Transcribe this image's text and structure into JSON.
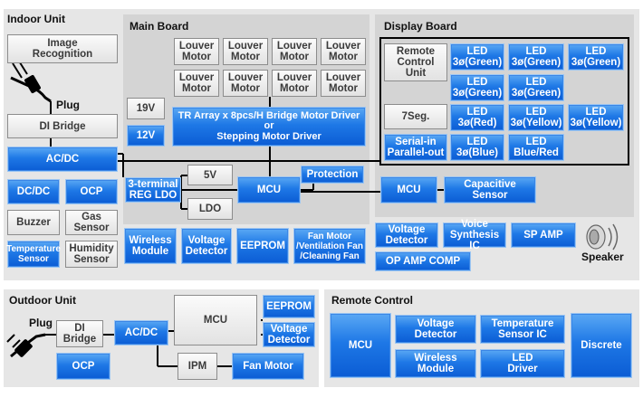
{
  "indoor": {
    "title": "Indoor Unit",
    "image_recognition": "Image\nRecognition",
    "plug": "Plug",
    "di_bridge": "DI Bridge",
    "acdc": "AC/DC",
    "dcdc": "DC/DC",
    "ocp": "OCP",
    "buzzer": "Buzzer",
    "gas_sensor": "Gas\nSensor",
    "temperature_sensor": "Temperature\nSensor",
    "humidity_sensor": "Humidity\nSensor",
    "speaker": "Speaker"
  },
  "main_board": {
    "title": "Main Board",
    "louver_motor": "Louver\nMotor",
    "v19": "19V",
    "v12": "12V",
    "driver": "TR Array x 8pcs/H Bridge Motor Driver\nor\nStepping Motor Driver",
    "v5": "5V",
    "reg_ldo": "3-terminal\nREG LDO",
    "ldo": "LDO",
    "mcu": "MCU",
    "protection": "Protection",
    "wireless_module": "Wireless\nModule",
    "voltage_detector": "Voltage\nDetector",
    "eeprom": "EEPROM",
    "fan_motor": "Fan Motor\n/Ventilation Fan\n/Cleaning Fan"
  },
  "display_board": {
    "title": "Display Board",
    "remote_control_unit": "Remote\nControl\nUnit",
    "led_green": "LED\n3ø(Green)",
    "seg7": "7Seg.",
    "led_red": "LED\n3ø(Red)",
    "led_yellow": "LED\n3ø(Yellow)",
    "serial": "Serial-in\nParallel-out",
    "led_blue": "LED\n3ø(Blue)",
    "led_blue_red": "LED\nBlue/Red",
    "mcu": "MCU",
    "capacitive_sensor": "Capacitive\nSensor",
    "voltage_detector": "Voltage\nDetector",
    "voice_synthesis": "Voice\nSynthesis IC",
    "sp_amp": "SP AMP",
    "op_amp_comp": "OP AMP COMP"
  },
  "outdoor": {
    "title": "Outdoor Unit",
    "plug": "Plug",
    "di_bridge": "DI\nBridge",
    "acdc": "AC/DC",
    "mcu": "MCU",
    "eeprom": "EEPROM",
    "voltage_detector": "Voltage\nDetector",
    "ocp": "OCP",
    "ipm": "IPM",
    "fan_motor": "Fan Motor"
  },
  "remote": {
    "title": "Remote Control",
    "mcu": "MCU",
    "voltage_detector": "Voltage\nDetector",
    "temperature_sensor_ic": "Temperature\nSensor IC",
    "wireless_module": "Wireless\nModule",
    "led_driver": "LED\nDriver",
    "discrete": "Discrete"
  }
}
